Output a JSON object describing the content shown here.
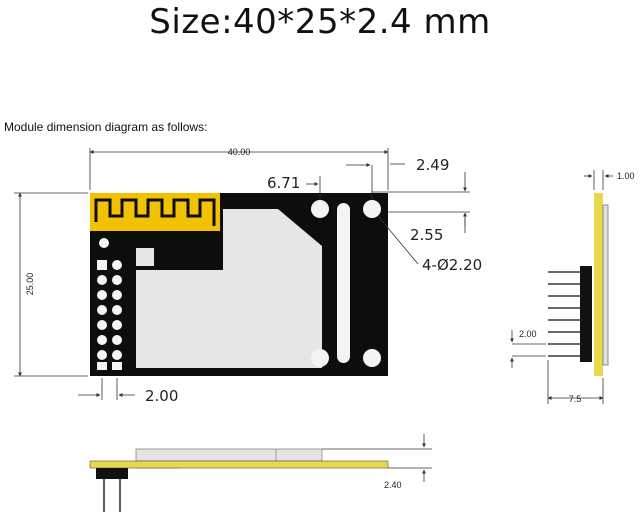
{
  "title": "Size:40*25*2.4 mm",
  "caption": "Module dimension diagram as follows:",
  "dimensions": {
    "width": "40.00",
    "height": "25.00",
    "hole_edge_top": "2.49",
    "hole_spacing": "6.71",
    "hole_edge_right": "2.55",
    "hole_spec": "4-Ø2.20",
    "pin_pitch_front": "2.00",
    "board_thickness": "1.00",
    "pin_pitch_side": "2.00",
    "side_width": "7.5",
    "total_thickness": "2.40"
  },
  "colors": {
    "pcb": "#0d0d0d",
    "antenna": "#f2c200",
    "shield": "#e6e6e6",
    "pcb_edge": "#e8d84a",
    "dim_line": "#333333"
  }
}
